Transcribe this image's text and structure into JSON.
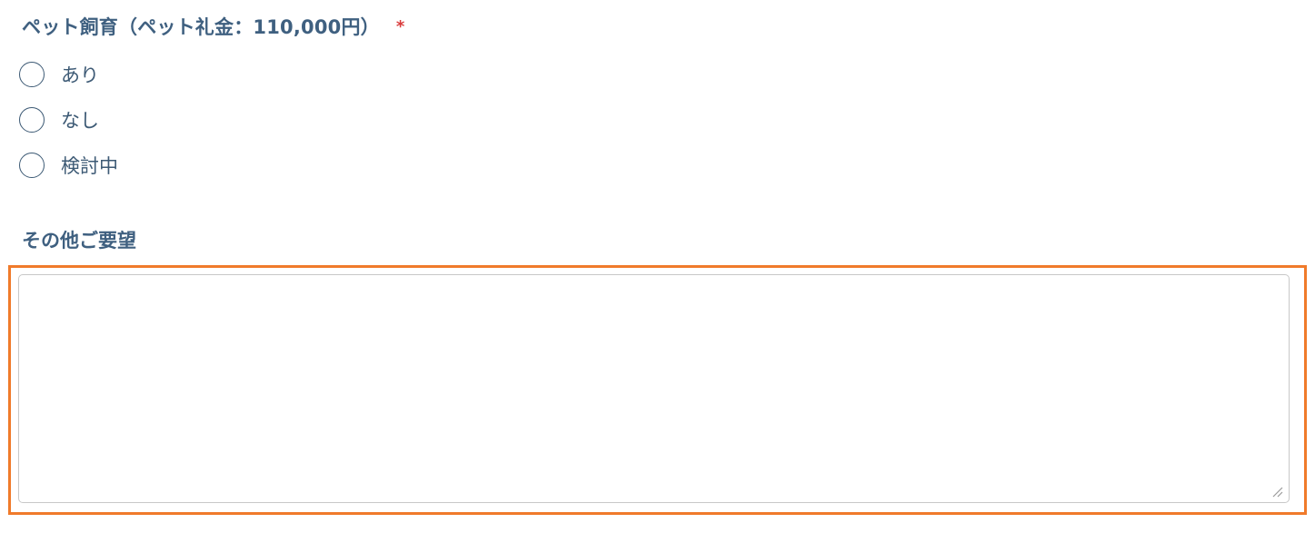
{
  "pet_question": {
    "label": "ペット飼育（ペット礼金：110,000円）",
    "required_mark": "*",
    "options": [
      {
        "label": "あり",
        "selected": false
      },
      {
        "label": "なし",
        "selected": false
      },
      {
        "label": "検討中",
        "selected": false
      }
    ]
  },
  "other_requests": {
    "label": "その他ご要望",
    "value": "",
    "highlight_color": "#f07a2a"
  },
  "colors": {
    "label_text": "#3f6080",
    "required": "#d93b3b",
    "radio_border": "#3d5a75"
  }
}
